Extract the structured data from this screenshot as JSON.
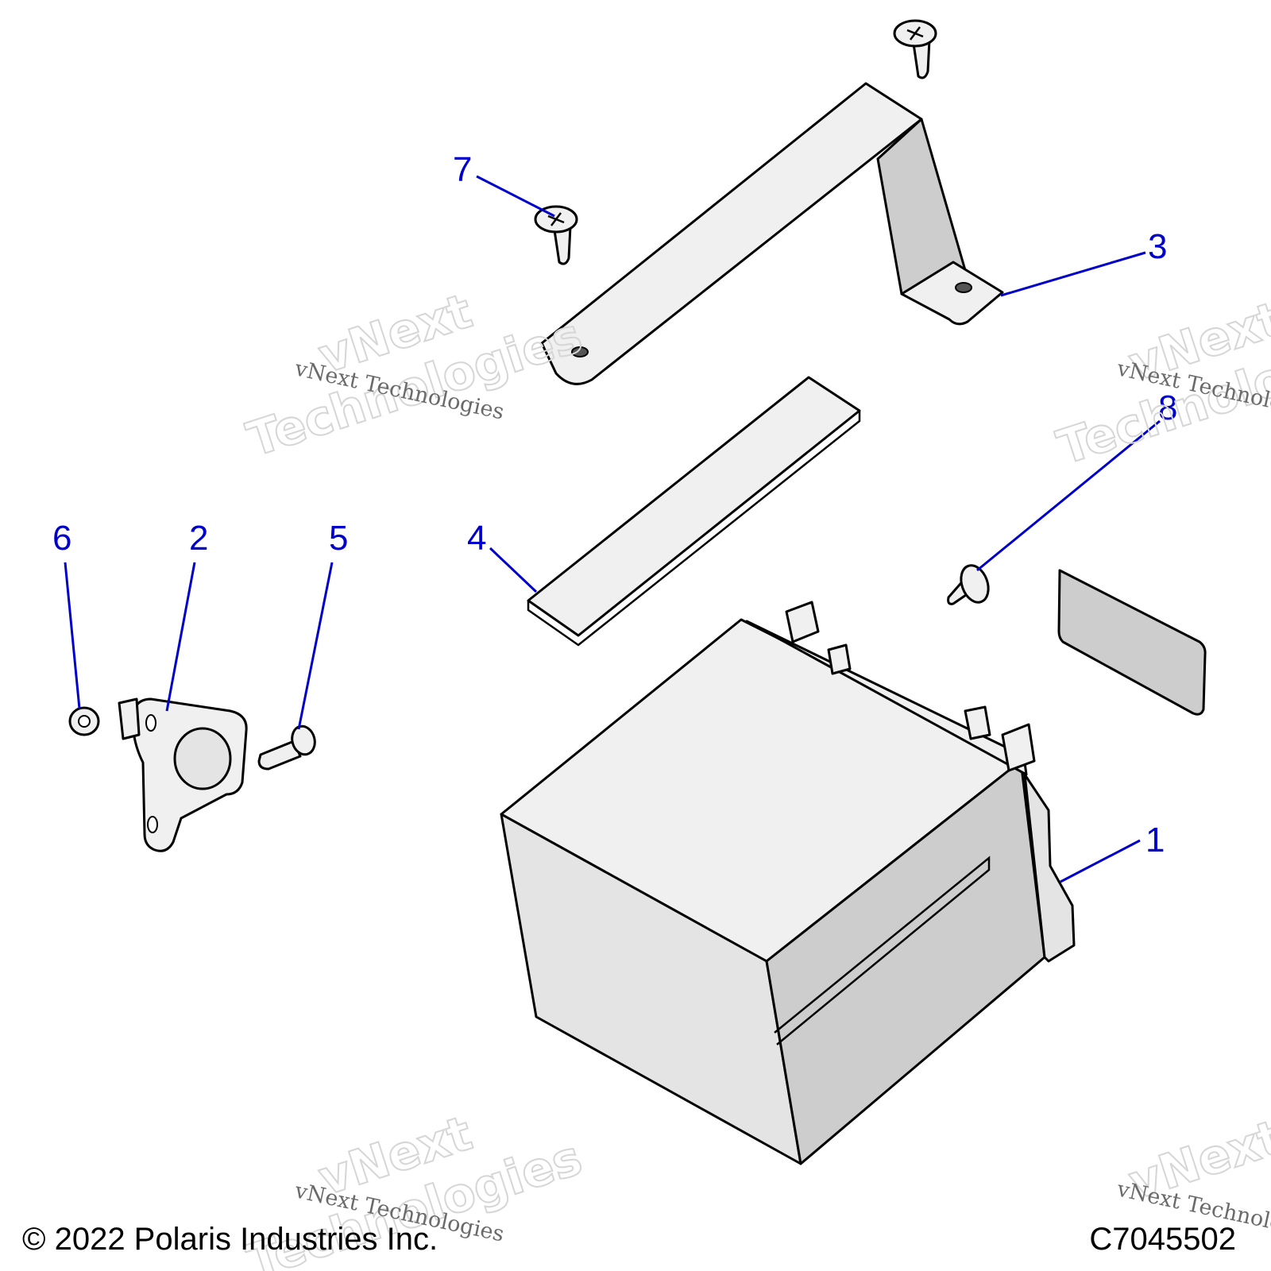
{
  "callouts": [
    {
      "id": "callout-1",
      "label": "1"
    },
    {
      "id": "callout-2",
      "label": "2"
    },
    {
      "id": "callout-3",
      "label": "3"
    },
    {
      "id": "callout-4",
      "label": "4"
    },
    {
      "id": "callout-5",
      "label": "5"
    },
    {
      "id": "callout-6",
      "label": "6"
    },
    {
      "id": "callout-7",
      "label": "7"
    },
    {
      "id": "callout-8",
      "label": "8"
    }
  ],
  "watermark": {
    "small": "vNext Technologies",
    "big_line1": "vNext",
    "big_line2": "Technologies"
  },
  "footer": {
    "copyright": "© 2022 Polaris Industries Inc.",
    "figure_id": "C7045502"
  }
}
